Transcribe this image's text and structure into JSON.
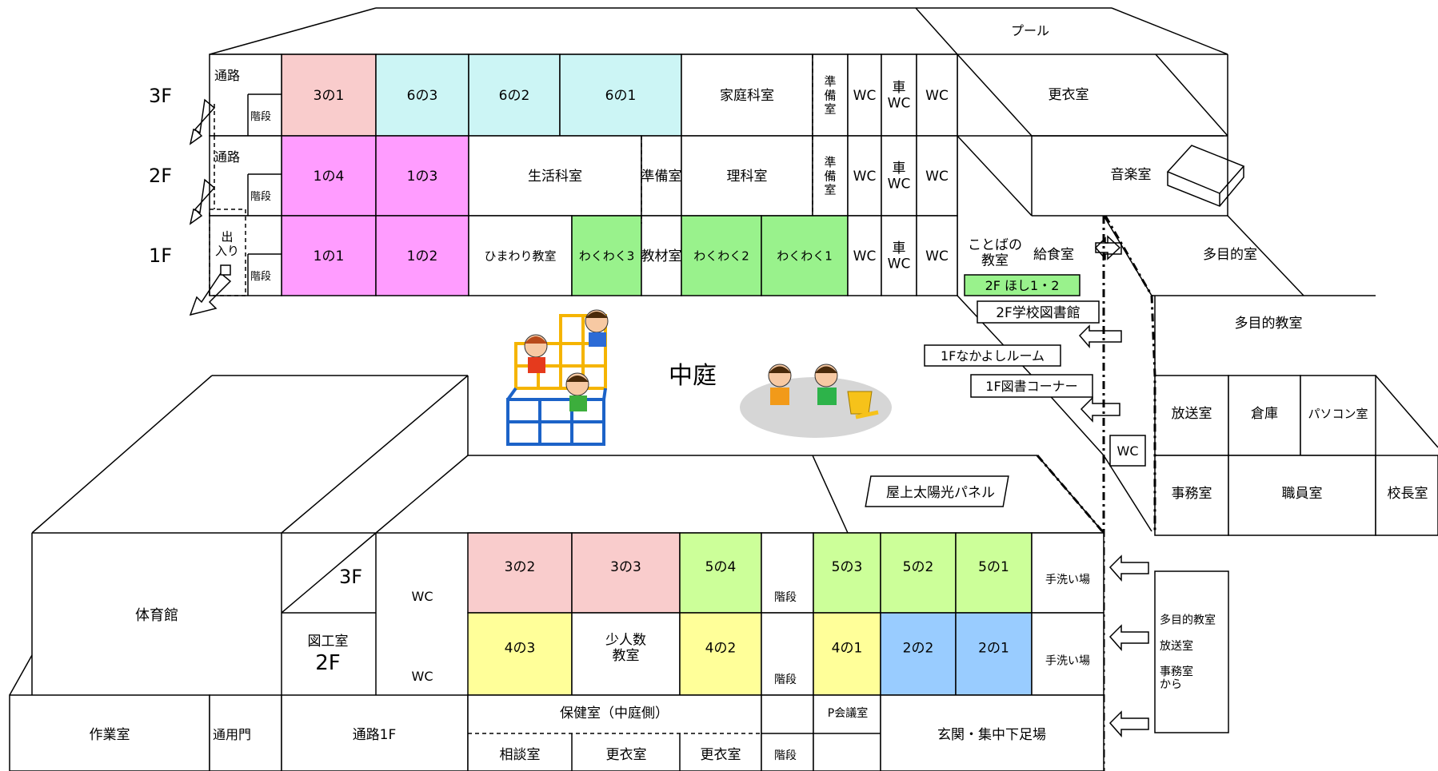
{
  "colors": {
    "pink": "#f9cccc",
    "cyan": "#ccf5f5",
    "magenta": "#ff9cff",
    "green": "#99f28c",
    "lime": "#ccff99",
    "yellow": "#ffff99",
    "blue": "#99ccff",
    "white": "#ffffff"
  },
  "floors": {
    "f3": "3F",
    "f2": "2F",
    "f1": "1F"
  },
  "north_wing": {
    "row3": [
      {
        "label": "3の1",
        "color": "pink"
      },
      {
        "label": "6の3",
        "color": "cyan"
      },
      {
        "label": "6の2",
        "color": "cyan"
      },
      {
        "label": "6の1",
        "color": "cyan"
      },
      {
        "label": "家庭科室",
        "color": "white"
      },
      {
        "label": "準\n備\n室",
        "color": "white"
      },
      {
        "label": "WC",
        "color": "white"
      },
      {
        "label": "車\nWC",
        "color": "white"
      },
      {
        "label": "WC",
        "color": "white"
      }
    ],
    "row2": [
      {
        "label": "1の4",
        "color": "magenta"
      },
      {
        "label": "1の3",
        "color": "magenta"
      },
      {
        "label": "生活科室",
        "color": "white"
      },
      {
        "label": "準備室",
        "color": "white"
      },
      {
        "label": "理科室",
        "color": "white"
      },
      {
        "label": "準\n備\n室",
        "color": "white"
      },
      {
        "label": "WC",
        "color": "white"
      },
      {
        "label": "車\nWC",
        "color": "white"
      },
      {
        "label": "WC",
        "color": "white"
      }
    ],
    "row1": [
      {
        "label": "1の1",
        "color": "magenta"
      },
      {
        "label": "1の2",
        "color": "magenta"
      },
      {
        "label": "ひまわり教室",
        "color": "white"
      },
      {
        "label": "わくわく3",
        "color": "green"
      },
      {
        "label": "教材室",
        "color": "white"
      },
      {
        "label": "わくわく2",
        "color": "green"
      },
      {
        "label": "わくわく1",
        "color": "green"
      },
      {
        "label": "WC",
        "color": "white"
      },
      {
        "label": "車\nWC",
        "color": "white"
      },
      {
        "label": "WC",
        "color": "white"
      }
    ],
    "passage_3f": "通路",
    "stairs_3f": "階段",
    "passage_2f": "通路",
    "stairs_2f": "階段",
    "exit_1f": "出\n入り",
    "stairs_1f": "階段"
  },
  "east": {
    "pool": "プール",
    "changing": "更衣室",
    "music": "音楽室",
    "kotoba": "ことばの\n教室",
    "kyushoku": "給食室",
    "tamokuteki_shitsu": "多目的室",
    "tamokuteki_kyoshitsu": "多目的教室",
    "hoso": "放送室",
    "soko": "倉庫",
    "pasokon": "パソコン室",
    "jimu": "事務室",
    "shokuin": "職員室",
    "kocho": "校長室",
    "wc": "WC"
  },
  "labels": {
    "hoshi": "2F ほし1・2",
    "library": "2F学校図書館",
    "nakayoshi": "1Fなかよしルーム",
    "tosho_corner": "1F図書コーナー",
    "courtyard": "中庭",
    "solar": "屋上太陽光パネル"
  },
  "south_wing": {
    "gym": "体育館",
    "f3": "3F",
    "zukou": "図工室",
    "f2": "2F",
    "wc_3f": "WC",
    "wc_2f": "WC",
    "row3": [
      {
        "label": "3の2",
        "color": "pink"
      },
      {
        "label": "3の3",
        "color": "pink"
      },
      {
        "label": "5の4",
        "color": "lime"
      },
      {
        "label": "階段",
        "color": "white"
      },
      {
        "label": "5の3",
        "color": "lime"
      },
      {
        "label": "5の2",
        "color": "lime"
      },
      {
        "label": "5の1",
        "color": "lime"
      },
      {
        "label": "手洗い場",
        "color": "white"
      }
    ],
    "row2": [
      {
        "label": "4の3",
        "color": "yellow"
      },
      {
        "label": "少人数\n教室",
        "color": "white"
      },
      {
        "label": "4の2",
        "color": "yellow"
      },
      {
        "label": "階段",
        "color": "white"
      },
      {
        "label": "4の1",
        "color": "yellow"
      },
      {
        "label": "2の2",
        "color": "blue"
      },
      {
        "label": "2の1",
        "color": "blue"
      },
      {
        "label": "手洗い場",
        "color": "white"
      }
    ],
    "row1": {
      "sagyo": "作業室",
      "tsuyomon": "通用門",
      "tsuro": "通路1F",
      "hoken": "保健室（中庭側）",
      "sodan": "相談室",
      "koui1": "更衣室",
      "koui2": "更衣室",
      "kaidan": "階段",
      "p_kaigi": "P会議室",
      "genkan": "玄関・集中下足場"
    },
    "from_note": "多目的教室\n\n放送室\n\n事務室\nから"
  }
}
